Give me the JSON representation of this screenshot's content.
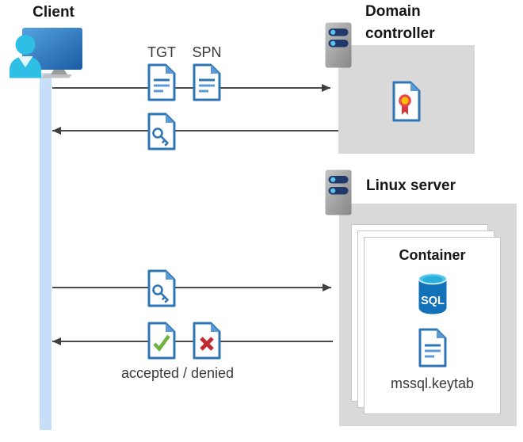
{
  "client": {
    "label": "Client"
  },
  "domain_controller": {
    "label": "Domain controller"
  },
  "linux_server": {
    "label": "Linux server"
  },
  "container": {
    "label": "Container",
    "sql_badge": "SQL",
    "keytab_file": "mssql.keytab"
  },
  "flow": {
    "tgt_label": "TGT",
    "spn_label": "SPN",
    "result_label": "accepted / denied"
  },
  "icons": {
    "client": "user-at-computer-icon",
    "domain_controller": "server-icon",
    "linux_server": "server-icon",
    "certificate": "certificate-document-icon",
    "tgt": "document-icon",
    "spn": "document-icon",
    "key": "key-document-icon",
    "accepted": "check-document-icon",
    "denied": "cross-document-icon",
    "sql": "sql-database-icon",
    "keytab": "document-icon"
  },
  "colors": {
    "document_blue": "#2E75B6",
    "document_fold_blue": "#5B9BD5",
    "accepted_green": "#6CB33F",
    "denied_red": "#C02B31",
    "box_gray": "#D9D9D9",
    "lifeline_blue": "#C6DEF7",
    "arrow_gray": "#4A4A4A",
    "sql_blue": "#1172BA",
    "server_navy": "#21386B",
    "rosette_yellow": "#FFC000",
    "rosette_red": "#D8373D"
  }
}
